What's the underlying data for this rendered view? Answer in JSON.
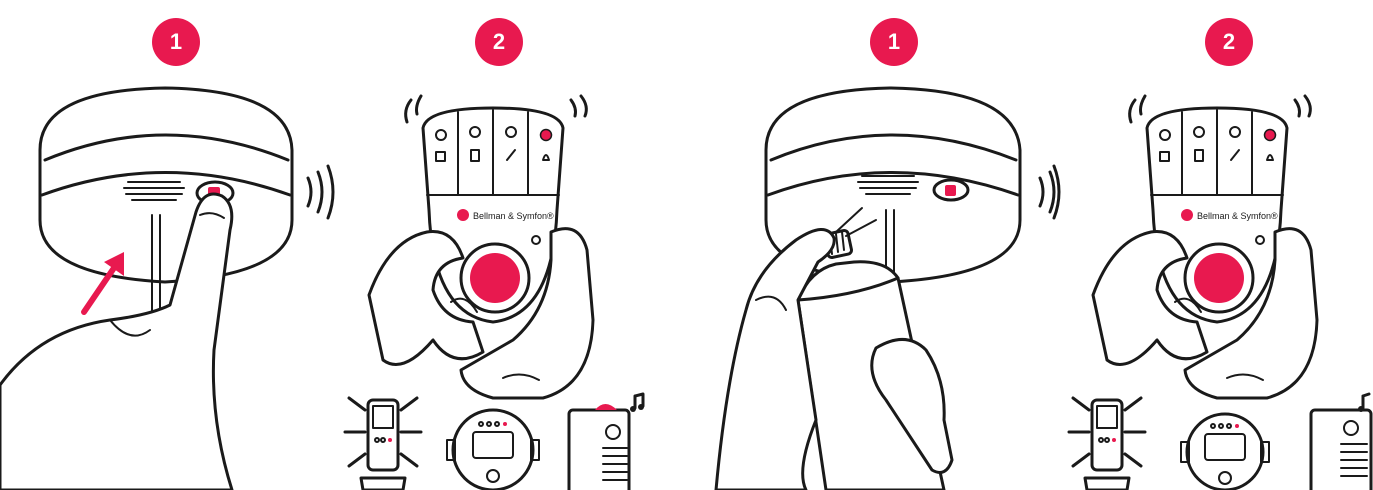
{
  "colors": {
    "accent": "#e8194f",
    "ink": "#1a1a1a",
    "background": "#ffffff"
  },
  "steps": [
    {
      "badge": "1",
      "scene": "finger-presses-smoke-detector-test-button"
    },
    {
      "badge": "2",
      "scene": "hand-holds-vibrating-bellman-receiver",
      "brand": "Bellman & Symfon®"
    },
    {
      "badge": "1",
      "scene": "spray-test-aerosol-at-smoke-detector"
    },
    {
      "badge": "2",
      "scene": "hand-holds-vibrating-bellman-receiver",
      "brand": "Bellman & Symfon®"
    }
  ],
  "icons": [
    "smoke-detector-icon",
    "receiver-icon",
    "flash-unit-icon",
    "bed-shaker-icon",
    "alarm-clock-icon",
    "music-note-icon"
  ]
}
